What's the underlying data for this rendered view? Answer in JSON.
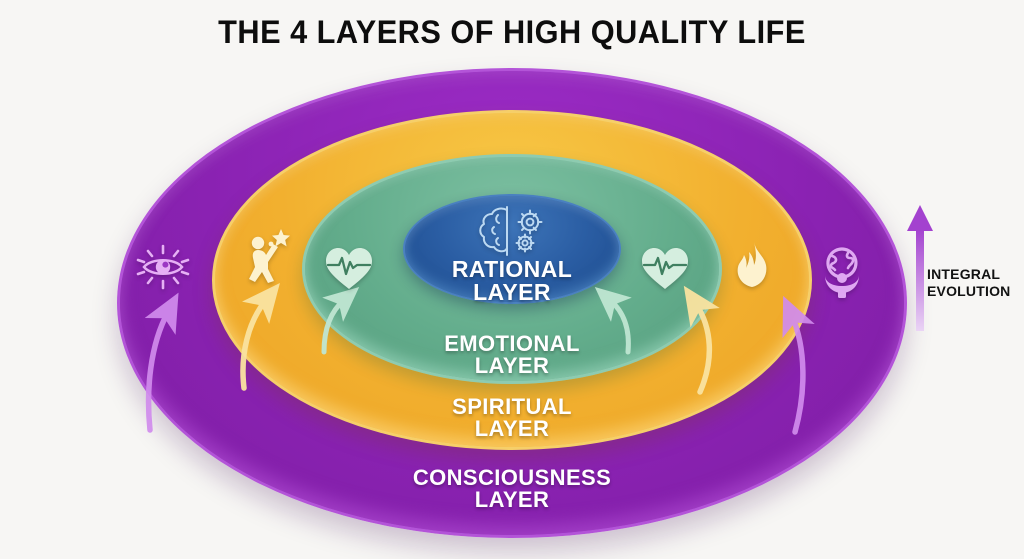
{
  "page": {
    "title": "THE 4 LAYERS OF HIGH QUALITY LIFE",
    "background_color": "#f7f6f4"
  },
  "diagram": {
    "type": "concentric-layers",
    "layers": [
      {
        "id": "rational",
        "label": "RATIONAL\nLAYER",
        "label_line1": "RATIONAL",
        "label_line2": "LAYER",
        "color": "#2a5da3",
        "depth": 1,
        "icons": [
          "brain-gears-icon"
        ]
      },
      {
        "id": "emotional",
        "label_line1": "EMOTIONAL",
        "label_line2": "LAYER",
        "color": "#63ad8c",
        "depth": 2,
        "icons": [
          "heartbeat-icon",
          "heartbeat-icon"
        ]
      },
      {
        "id": "spiritual",
        "label_line1": "SPIRITUAL",
        "label_line2": "LAYER",
        "color": "#f2b02f",
        "depth": 3,
        "icons": [
          "person-reaching-star-icon",
          "flame-icon"
        ]
      },
      {
        "id": "consciousness",
        "label_line1": "CONSCIOUSNESS",
        "label_line2": "LAYER",
        "color": "#8a22b2",
        "depth": 4,
        "icons": [
          "eye-icon",
          "globe-in-hands-icon"
        ]
      }
    ]
  },
  "evolution": {
    "label_line1": "INTEGRAL",
    "label_line2": "EVOLUTION",
    "arrow_color": "#a342cf",
    "direction": "up"
  },
  "colors": {
    "consciousness": "#8a22b2",
    "spiritual": "#f2b02f",
    "emotional": "#63ad8c",
    "rational": "#2a5da3",
    "title": "#0d0d0d",
    "label": "#ffffff"
  }
}
